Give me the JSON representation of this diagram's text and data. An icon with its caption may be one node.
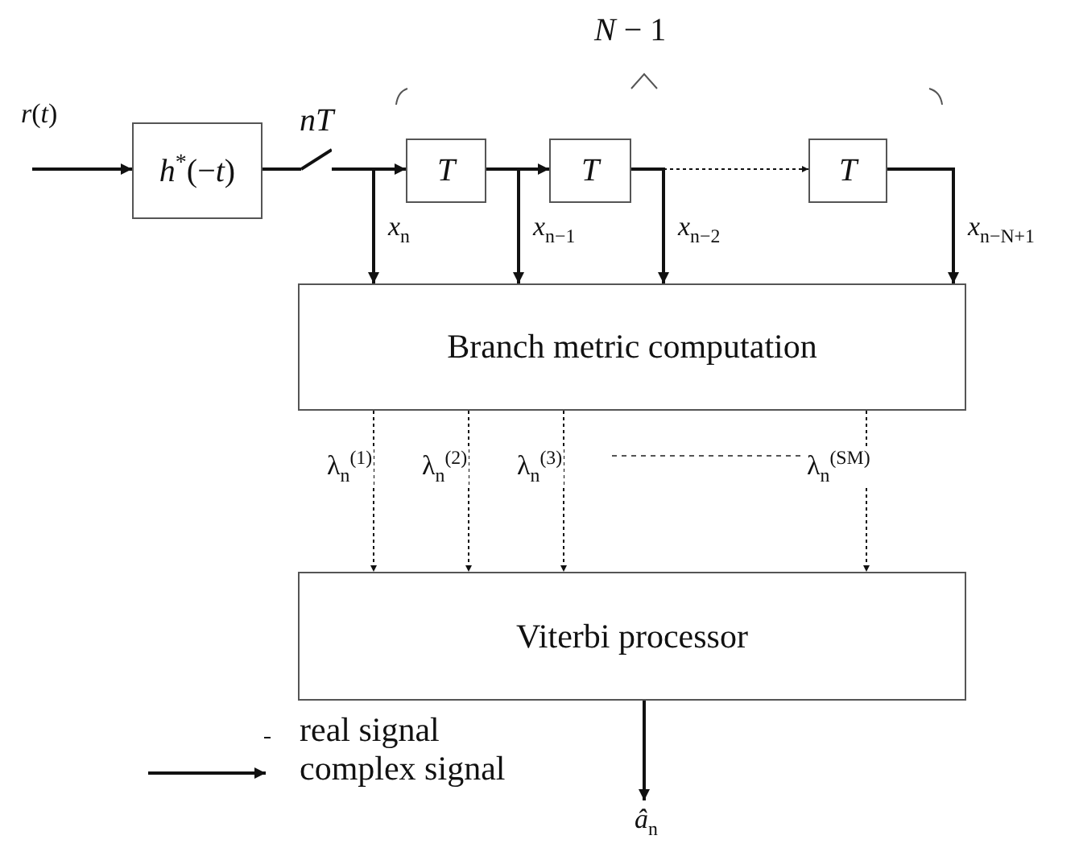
{
  "diagram": {
    "nodes": [
      {
        "text": [
          "*h*$^{*}$(−*t*)"
        ]
      },
      {
        "text": [],
        "shape": "switch",
        "beside": [
          "nT"
        ]
      },
      {
        "text": [
          "T"
        ]
      },
      {
        "text": [
          "T"
        ]
      },
      {
        "text": [
          "T"
        ]
      },
      {
        "text": [
          "Branch metric computation"
        ]
      },
      {
        "text": [
          "Viterbi processor"
        ]
      }
    ],
    "edges": [
      {
        "from": null,
        "to": 0,
        "arrow": "to",
        "label": "*r*(*t*)"
      },
      {
        "from": 0,
        "to": 1,
        "arrow": "none"
      },
      {
        "from": 1,
        "to": 2,
        "arrow": "to"
      },
      {
        "from": 1,
        "to": 5,
        "arrow": "to",
        "label": "*x*$_{n}$"
      },
      {
        "from": 2,
        "to": 3,
        "arrow": "to"
      },
      {
        "from": 2,
        "to": 5,
        "arrow": "to",
        "label": "*x*$_{n−1}$"
      },
      {
        "from": 3,
        "to": 4,
        "arrow": "to",
        "style": "dashed"
      },
      {
        "from": 3,
        "to": 5,
        "arrow": "to",
        "label": "*x*$_{n−2}$"
      },
      {
        "from": 4,
        "to": 5,
        "arrow": "to",
        "label": "*x*$_{n−N+1}$"
      },
      {
        "from": 5,
        "to": 6,
        "arrow": "to",
        "style": "dashed",
        "label": "λ$_{n}$$^{(1)}$"
      },
      {
        "from": 5,
        "to": 6,
        "arrow": "to",
        "style": "dashed",
        "label": "λ$_{n}$$^{(2)}$"
      },
      {
        "from": 5,
        "to": 6,
        "arrow": "to",
        "style": "dashed",
        "label": "λ$_{n}$$^{(3)}$"
      },
      {
        "from": 5,
        "to": 6,
        "arrow": "to",
        "style": "dashed",
        "label": "λ$_{n}$$^{(SM)}$"
      },
      {
        "from": 6,
        "to": null,
        "arrow": "to",
        "label": "*â*$_{n}$"
      }
    ],
    "labels": [
      "*N* − 1"
    ],
    "legend": [
      {
        "text": "real signal"
      },
      {
        "text": "complex signal"
      }
    ]
  }
}
